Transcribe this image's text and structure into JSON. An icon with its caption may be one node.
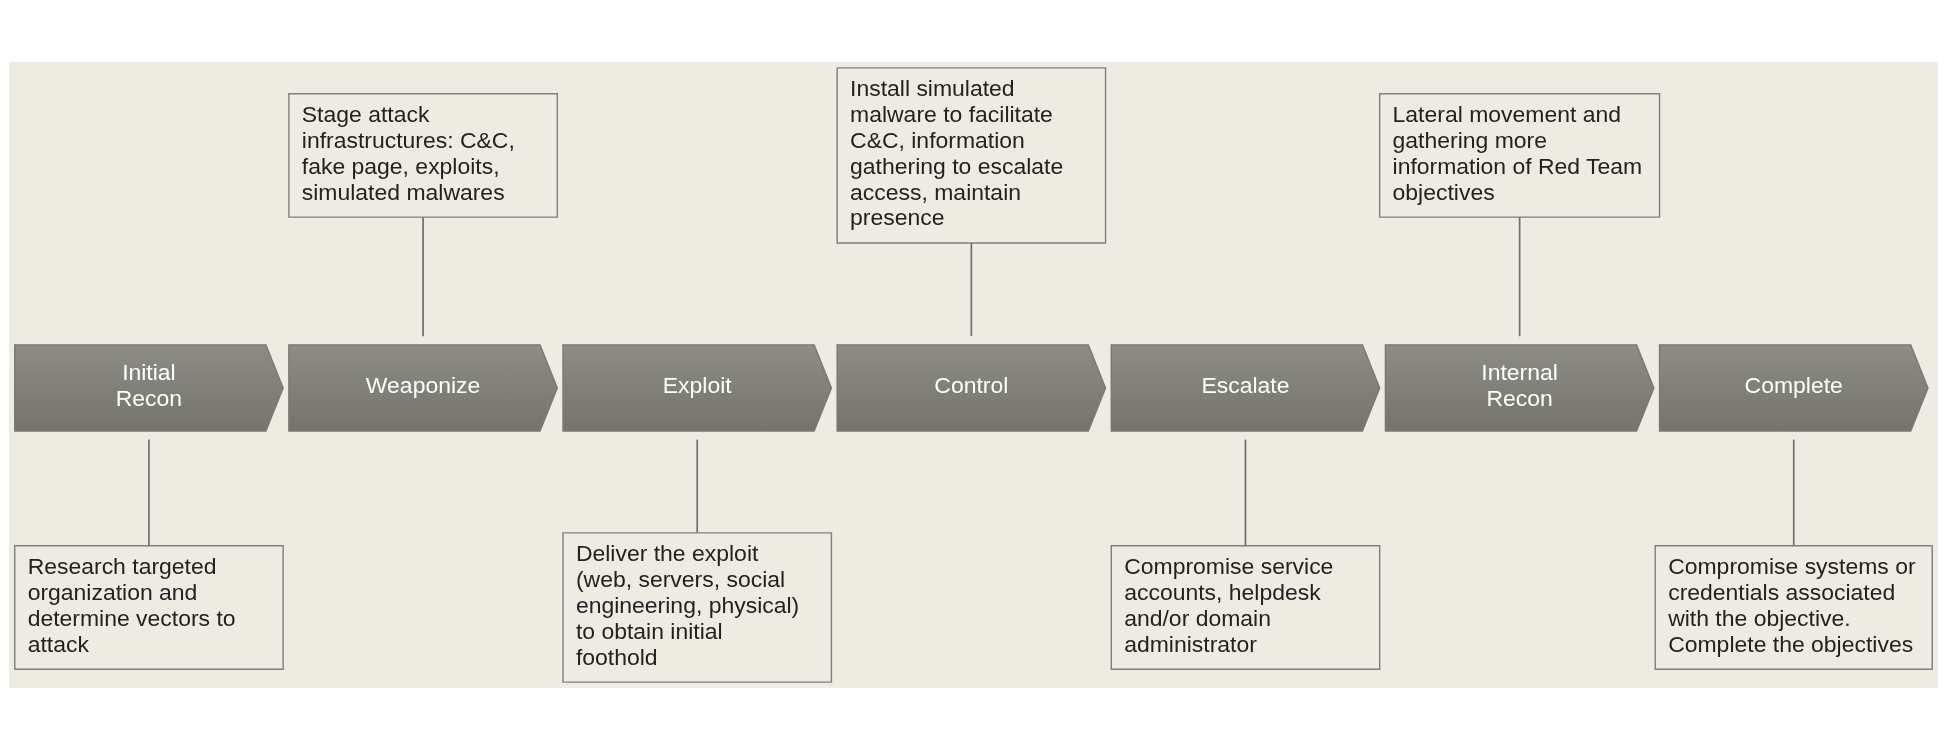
{
  "diagram": {
    "nodes": [
      {
        "text": [
          "Initial Recon"
        ]
      },
      {
        "text": [
          "Weaponize"
        ]
      },
      {
        "text": [
          "Exploit"
        ]
      },
      {
        "text": [
          "Control"
        ]
      },
      {
        "text": [
          "Escalate"
        ]
      },
      {
        "text": [
          "Internal Recon"
        ]
      },
      {
        "text": [
          "Complete"
        ]
      },
      {
        "text": [
          "Research targeted organization and determine vectors to attack"
        ]
      },
      {
        "text": [
          "Stage attack infrastructures: C&C, fake page, exploits, simulated malwares"
        ]
      },
      {
        "text": [
          "Deliver the exploit (web, servers, social engineering, physical) to obtain initial foothold"
        ]
      },
      {
        "text": [
          "Install simulated malware to facilitate C&C, information gathering to escalate access, maintain presence"
        ]
      },
      {
        "text": [
          "Compromise service accounts, helpdesk and/or domain administrator"
        ]
      },
      {
        "text": [
          "Lateral movement and gathering more information of Red Team objectives"
        ]
      },
      {
        "text": [
          "Compromise systems or credentials associated with the objective. Complete the objectives"
        ]
      }
    ],
    "edges": [
      {
        "from": 7,
        "to": 0,
        "arrow": "none"
      },
      {
        "from": 8,
        "to": 1,
        "arrow": "none"
      },
      {
        "from": 9,
        "to": 2,
        "arrow": "none"
      },
      {
        "from": 10,
        "to": 3,
        "arrow": "none"
      },
      {
        "from": 11,
        "to": 4,
        "arrow": "none"
      },
      {
        "from": 12,
        "to": 5,
        "arrow": "none"
      },
      {
        "from": 13,
        "to": 6,
        "arrow": "none"
      }
    ]
  }
}
